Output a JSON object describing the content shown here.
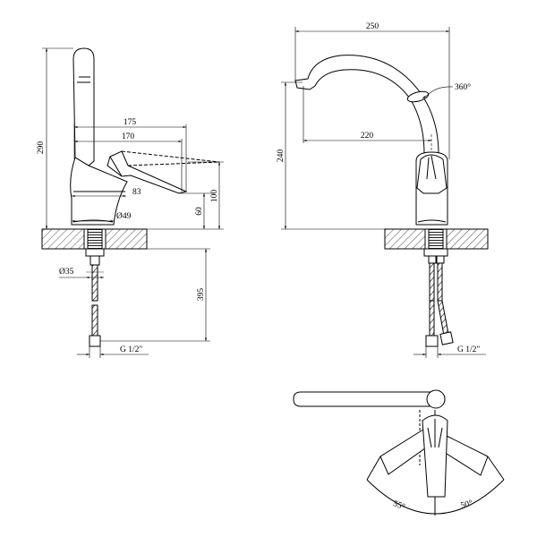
{
  "side_view": {
    "dim_total_height": "290",
    "dim_handle_reach_outer": "175",
    "dim_handle_reach_inner": "170",
    "dim_handle_offset": "83",
    "dim_base_diameter": "Ø49",
    "dim_body_height": "60",
    "dim_handle_height": "100",
    "dim_shank_diameter": "Ø35",
    "dim_hose_length": "395",
    "dim_thread": "G 1/2\""
  },
  "front_view": {
    "dim_spout_width": "250",
    "dim_spout_reach": "220",
    "dim_spout_height": "240",
    "dim_rotation": "360°",
    "dim_thread": "G 1/2\""
  },
  "top_view": {
    "dim_angle_left": "55°",
    "dim_angle_right": "50°"
  }
}
